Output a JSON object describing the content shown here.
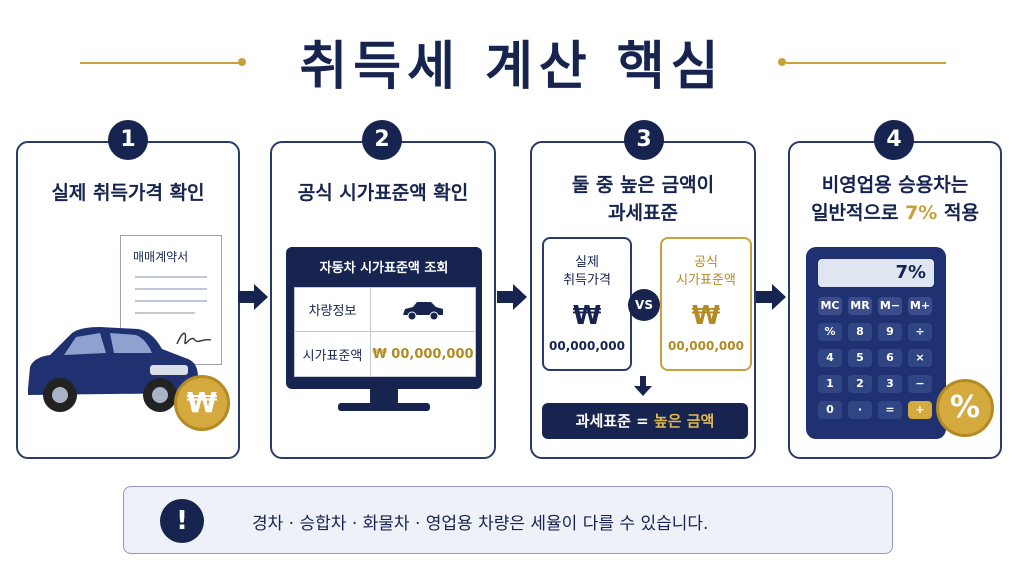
{
  "title": "취득세 계산 핵심",
  "steps": [
    {
      "number": "1",
      "title": "실제 취득가격 확인",
      "document_label": "매매계약서",
      "coin_symbol": "₩"
    },
    {
      "number": "2",
      "title": "공식 시가표준액 확인",
      "monitor_header": "자동차 시가표준액 조회",
      "rows": [
        {
          "label": "차량정보",
          "value": ""
        },
        {
          "label": "시가표준액",
          "value": "₩ 00,000,000"
        }
      ]
    },
    {
      "number": "3",
      "title_line1": "둘 중 높은 금액이",
      "title_line2": "과세표준",
      "left_box": {
        "line1": "실제",
        "line2": "취득가격",
        "symbol": "₩",
        "amount": "00,000,000"
      },
      "vs": "VS",
      "right_box": {
        "line1": "공식",
        "line2": "시가표준액",
        "symbol": "₩",
        "amount": "00,000,000"
      },
      "result_prefix": "과세표준 = ",
      "result_highlight": "높은 금액"
    },
    {
      "number": "4",
      "title_line1": "비영업용 승용차는",
      "title_line2_prefix": "일반적으로 ",
      "title_line2_highlight": "7%",
      "title_line2_suffix": " 적용",
      "display": "7%",
      "keys": [
        "MC",
        "MR",
        "M−",
        "M+",
        "%",
        "8",
        "9",
        "÷",
        "4",
        "5",
        "6",
        "×",
        "1",
        "2",
        "3",
        "−",
        "0",
        "·",
        "=",
        "+"
      ],
      "percent_badge": "%"
    }
  ],
  "notice": {
    "icon": "exclamation-icon",
    "text": "경차 · 승합차 · 화물차 · 영업용 차량은 세율이 다를 수 있습니다."
  },
  "colors": {
    "navy": "#16244f",
    "gold": "#c9a13c"
  }
}
